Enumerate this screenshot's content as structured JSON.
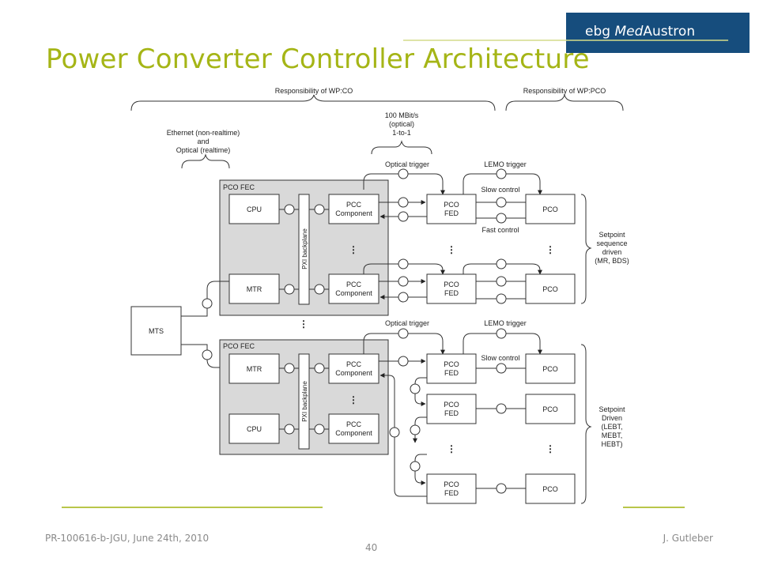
{
  "slide": {
    "title": "Power Converter Controller Architecture",
    "logo": {
      "prefix": "ebg ",
      "italic": "Med",
      "suffix": "Austron"
    },
    "footer_left": "PR-100616-b-JGU, June 24th, 2010",
    "footer_right": "J. Gutleber",
    "page_number": "40"
  },
  "diagram": {
    "resp_co": "Responsibility of WP:CO",
    "resp_pco": "Responsibility of WP:PCO",
    "ethernet": [
      "Ethernet (non-realtime)",
      "and",
      "Optical (realtime)"
    ],
    "link": [
      "100 MBit/s",
      "(optical)",
      "1-to-1"
    ],
    "optical_trigger": "Optical trigger",
    "lemo_trigger": "LEMO trigger",
    "slow_control": "Slow control",
    "fast_control": "Fast control",
    "pco_fec": "PCO FEC",
    "cpu": "CPU",
    "mtr": "MTR",
    "mts": "MTS",
    "backplane": "PXI backplane",
    "pcc": [
      "PCC",
      "Component"
    ],
    "fed": [
      "PCO",
      "FED"
    ],
    "pco": "PCO",
    "ellipsis": "⋮",
    "setpoint_seq": [
      "Setpoint",
      "sequence",
      "driven",
      "(MR, BDS)"
    ],
    "setpoint_driven": [
      "Setpoint",
      "Driven",
      "(LEBT,",
      "MEBT,",
      "HEBT)"
    ]
  }
}
